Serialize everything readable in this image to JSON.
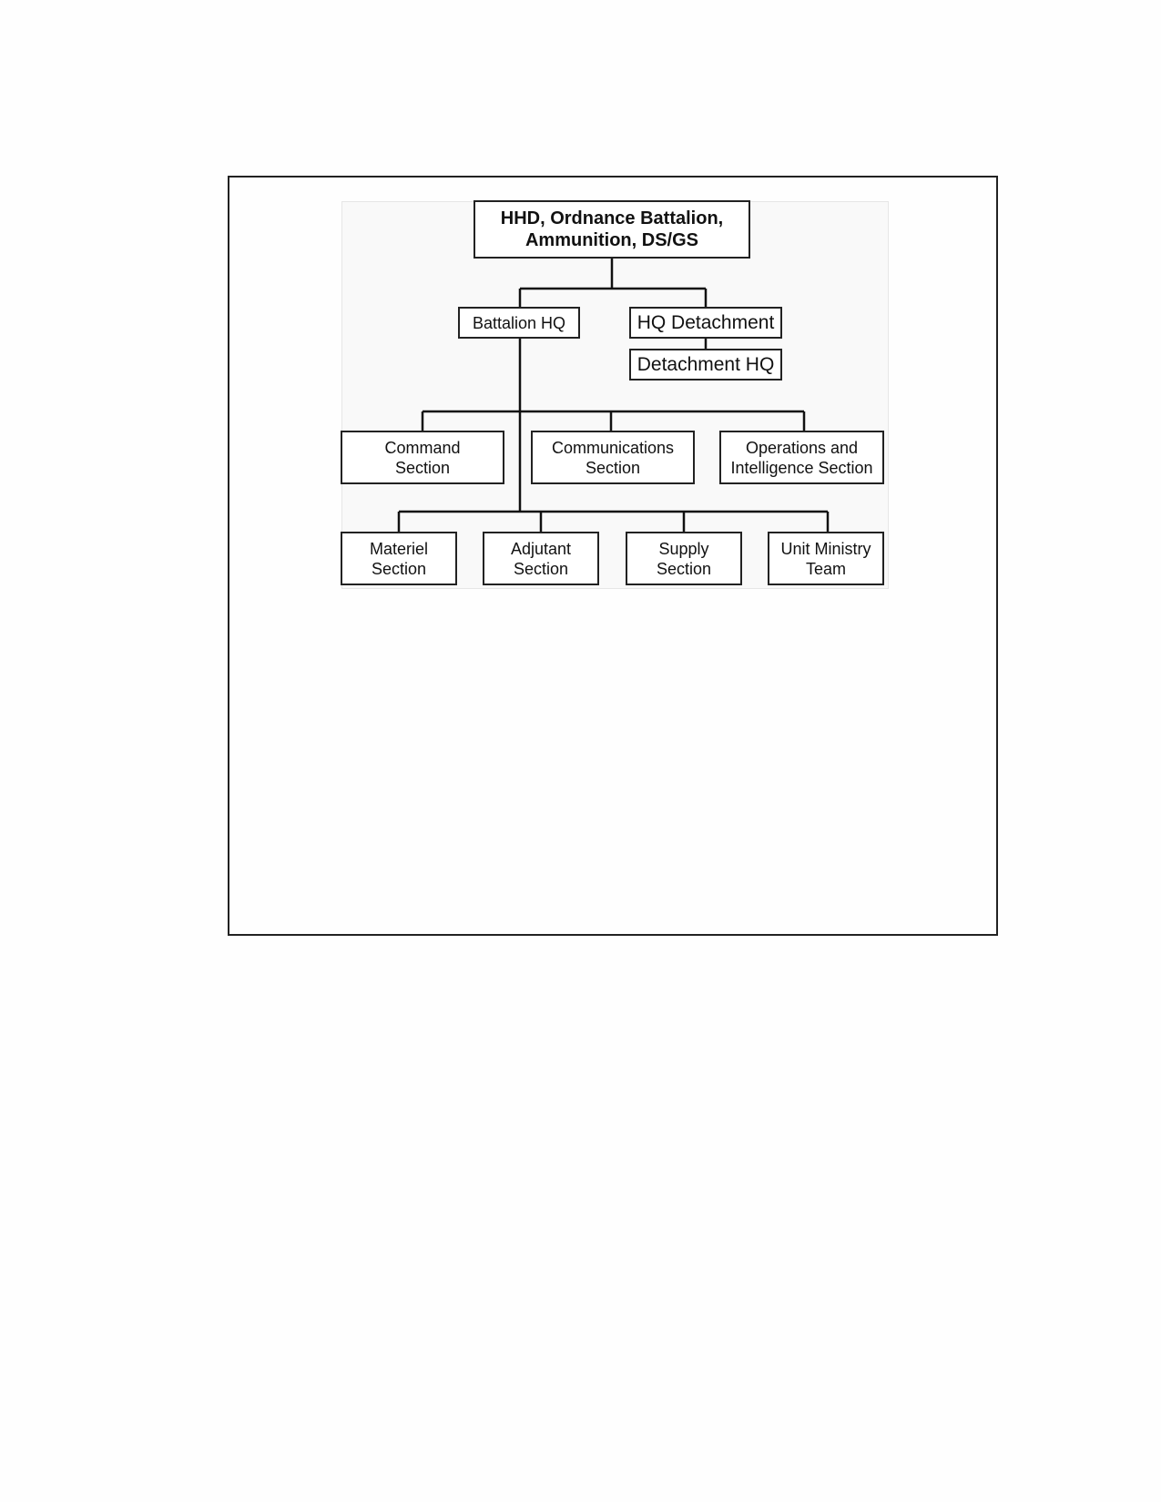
{
  "diagram": {
    "root": "HHD, Ordnance Battalion,\nAmmunition, DS/GS",
    "battalion_hq": "Battalion HQ",
    "hq_detachment": "HQ Detachment",
    "detachment_hq": "Detachment  HQ",
    "row1": [
      "Command\nSection",
      "Communications\nSection",
      "Operations and\nIntelligence Section"
    ],
    "row2": [
      "Materiel\nSection",
      "Adjutant\nSection",
      "Supply\nSection",
      "Unit Ministry\nTeam"
    ]
  }
}
